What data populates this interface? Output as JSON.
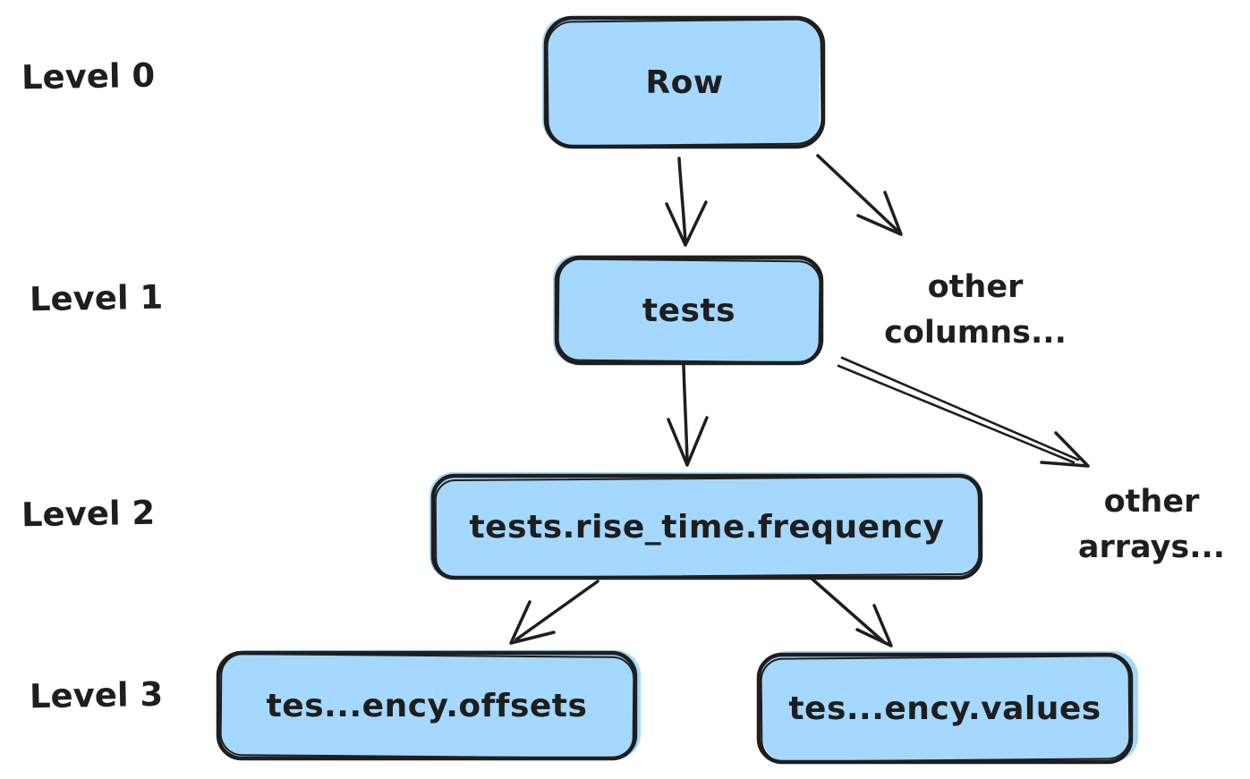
{
  "diagram": {
    "colors": {
      "background": "#ffffff",
      "node_fill": "#a5d8ff",
      "stroke": "#1e1e1e"
    },
    "level_labels": [
      "Level 0",
      "Level 1",
      "Level 2",
      "Level 3"
    ],
    "nodes": [
      {
        "id": "row",
        "label": "Row",
        "level": 0
      },
      {
        "id": "tests",
        "label": "tests",
        "level": 1
      },
      {
        "id": "frequency",
        "label": "tests.rise_time.frequency",
        "level": 2
      },
      {
        "id": "offsets",
        "label": "tes...ency.offsets",
        "level": 3
      },
      {
        "id": "values",
        "label": "tes...ency.values",
        "level": 3
      }
    ],
    "annotations": [
      {
        "id": "other-columns",
        "lines": [
          "other",
          "columns..."
        ]
      },
      {
        "id": "other-arrays",
        "lines": [
          "other",
          "arrays..."
        ]
      }
    ],
    "edges": [
      {
        "from": "Row",
        "to": "tests"
      },
      {
        "from": "Row",
        "to": "other columns..."
      },
      {
        "from": "tests",
        "to": "tests.rise_time.frequency"
      },
      {
        "from": "tests",
        "to": "other arrays..."
      },
      {
        "from": "tests.rise_time.frequency",
        "to": "tes...ency.offsets"
      },
      {
        "from": "tests.rise_time.frequency",
        "to": "tes...ency.values"
      }
    ]
  }
}
